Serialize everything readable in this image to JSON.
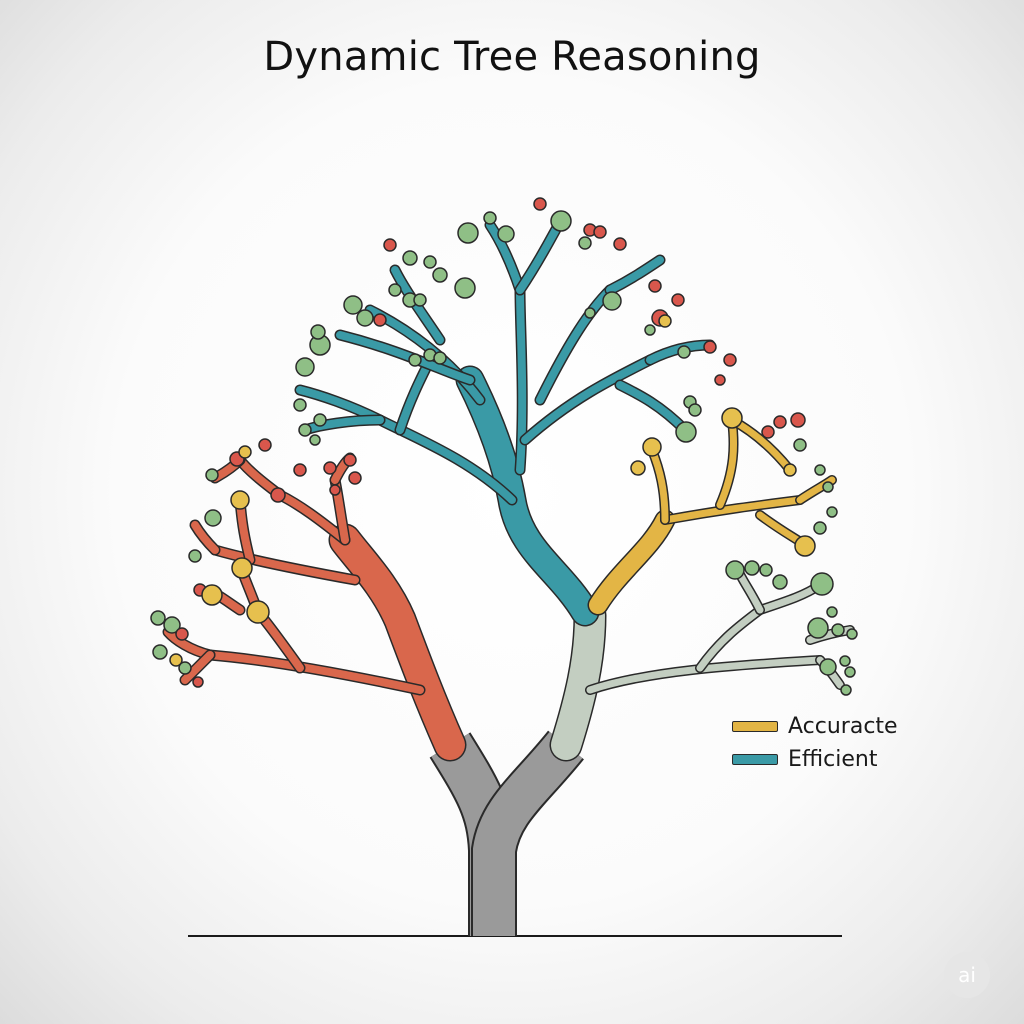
{
  "title": "Dynamic Tree Reasoning",
  "legend": [
    {
      "label": "Accuracte",
      "color": "#e3b545"
    },
    {
      "label": "Efficient",
      "color": "#3a9aa6"
    }
  ],
  "watermark": "ai",
  "colors": {
    "trunk": "#9a9a9a",
    "red_branch": "#d9674c",
    "teal_branch": "#3a9aa6",
    "yellow_branch": "#e3b545",
    "grey_branch": "#c3cec1",
    "node_green": "#8fbf86",
    "node_red": "#d9574c",
    "node_yellow": "#e6c04e",
    "outline": "#2a2a2a",
    "ground": "#1a1a1a"
  }
}
